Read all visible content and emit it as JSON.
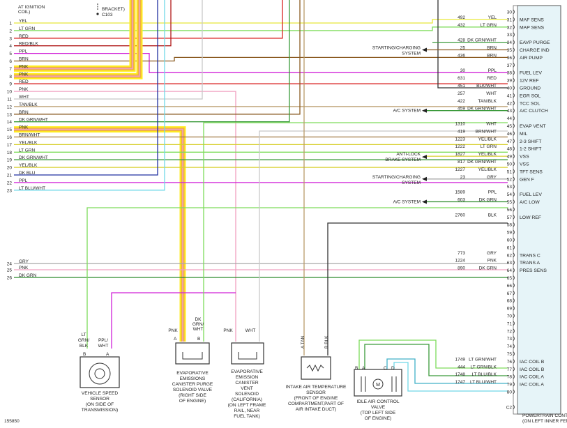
{
  "header": {
    "ignition_note": [
      "AT IGNITION",
      "COIL)"
    ],
    "bracket_note": [
      "BRACKET)",
      "C103"
    ]
  },
  "left_connector": [
    {
      "pin": "1",
      "color": "YEL",
      "hex": "#e8e83a"
    },
    {
      "pin": "2",
      "color": "LT GRN",
      "hex": "#7ddc5a"
    },
    {
      "pin": "3",
      "color": "RED",
      "hex": "#d82020"
    },
    {
      "pin": "4",
      "color": "RED/BLK",
      "hex": "#b01818"
    },
    {
      "pin": "5",
      "color": "PPL",
      "hex": "#d020d8"
    },
    {
      "pin": "6",
      "color": "BRN",
      "hex": "#8a5a20"
    },
    {
      "pin": "7",
      "color": "PNK",
      "hex": "#f0a0c0",
      "highlight": true
    },
    {
      "pin": "8",
      "color": "PNK",
      "hex": "#f0a0c0",
      "highlight": true
    },
    {
      "pin": "9",
      "color": "RED",
      "hex": "#d82020"
    },
    {
      "pin": "10",
      "color": "PNK",
      "hex": "#f0a0c0"
    },
    {
      "pin": "11",
      "color": "WHT",
      "hex": "#c8c8c8"
    },
    {
      "pin": "12",
      "color": "TAN/BLK",
      "hex": "#b89a68"
    },
    {
      "pin": "13",
      "color": "BRN",
      "hex": "#8a5a20"
    },
    {
      "pin": "14",
      "color": "DK GRN/WHT",
      "hex": "#3a9a3a"
    },
    {
      "pin": "15",
      "color": "PNK",
      "hex": "#f0a0c0",
      "highlight": true
    },
    {
      "pin": "16",
      "color": "BRN/WHT",
      "hex": "#a07840"
    },
    {
      "pin": "17",
      "color": "YEL/BLK",
      "hex": "#d8d030"
    },
    {
      "pin": "18",
      "color": "LT GRN",
      "hex": "#7ddc5a"
    },
    {
      "pin": "19",
      "color": "DK GRN/WHT",
      "hex": "#3a9a3a"
    },
    {
      "pin": "20",
      "color": "YEL/BLK",
      "hex": "#d8d030"
    },
    {
      "pin": "21",
      "color": "DK BLU",
      "hex": "#2030a0"
    },
    {
      "pin": "22",
      "color": "PPL",
      "hex": "#d020d8"
    },
    {
      "pin": "23",
      "color": "LT BLU/WHT",
      "hex": "#70d8e8"
    },
    {
      "pin": "24",
      "color": "GRY",
      "hex": "#a8a8a8"
    },
    {
      "pin": "25",
      "color": "PNK",
      "hex": "#f0a0c0"
    },
    {
      "pin": "26",
      "color": "DK GRN",
      "hex": "#2a8a2a"
    }
  ],
  "pcm_pins": [
    {
      "pin": "30",
      "circuit": "",
      "color": "",
      "label": ""
    },
    {
      "pin": "31",
      "circuit": "492",
      "color": "YEL",
      "label": "MAF SENS"
    },
    {
      "pin": "32",
      "circuit": "432",
      "color": "LT GRN",
      "label": "MAP SENS"
    },
    {
      "pin": "33",
      "circuit": "",
      "color": "",
      "label": ""
    },
    {
      "pin": "34",
      "circuit": "428",
      "color": "DK GRN/WHT",
      "label": "EAVP PURGE"
    },
    {
      "pin": "35",
      "circuit": "25",
      "color": "BRN",
      "label": "CHARGE IND"
    },
    {
      "pin": "36",
      "circuit": "436",
      "color": "BRN",
      "label": "AIR PUMP"
    },
    {
      "pin": "37",
      "circuit": "",
      "color": "",
      "label": ""
    },
    {
      "pin": "38",
      "circuit": "30",
      "color": "PPL",
      "label": "FUEL LEV"
    },
    {
      "pin": "39",
      "circuit": "631",
      "color": "RED",
      "label": "12V REF"
    },
    {
      "pin": "40",
      "circuit": "451",
      "color": "BLK/WHT",
      "label": "GROUND"
    },
    {
      "pin": "41",
      "circuit": "257",
      "color": "WHT",
      "label": "EGR SOL"
    },
    {
      "pin": "42",
      "circuit": "422",
      "color": "TAN/BLK",
      "label": "TCC SOL"
    },
    {
      "pin": "43",
      "circuit": "459",
      "color": "DK GRN/WHT",
      "label": "A/C CLUTCH"
    },
    {
      "pin": "44",
      "circuit": "",
      "color": "",
      "label": ""
    },
    {
      "pin": "45",
      "circuit": "1310",
      "color": "WHT",
      "label": "EVAP VENT"
    },
    {
      "pin": "46",
      "circuit": "419",
      "color": "BRN/WHT",
      "label": "MIL"
    },
    {
      "pin": "47",
      "circuit": "1223",
      "color": "YEL/BLK",
      "label": "2-3 SHIFT"
    },
    {
      "pin": "48",
      "circuit": "1222",
      "color": "LT GRN",
      "label": "1-2 SHIFT"
    },
    {
      "pin": "49",
      "circuit": "1827",
      "color": "YEL/BLK",
      "label": "VSS"
    },
    {
      "pin": "50",
      "circuit": "817",
      "color": "DK GRN/WHT",
      "label": "VSS"
    },
    {
      "pin": "51",
      "circuit": "1227",
      "color": "YEL/BLK",
      "label": "TFT SENS"
    },
    {
      "pin": "52",
      "circuit": "23",
      "color": "GRY",
      "label": "GEN F"
    },
    {
      "pin": "53",
      "circuit": "",
      "color": "",
      "label": ""
    },
    {
      "pin": "54",
      "circuit": "1589",
      "color": "PPL",
      "label": "FUEL LEV"
    },
    {
      "pin": "55",
      "circuit": "603",
      "color": "DK GRN",
      "label": "A/C LOW"
    },
    {
      "pin": "56",
      "circuit": "",
      "color": "",
      "label": ""
    },
    {
      "pin": "57",
      "circuit": "2760",
      "color": "BLK",
      "label": "LOW REF"
    },
    {
      "pin": "58",
      "circuit": "",
      "color": "",
      "label": ""
    },
    {
      "pin": "59",
      "circuit": "",
      "color": "",
      "label": ""
    },
    {
      "pin": "60",
      "circuit": "",
      "color": "",
      "label": ""
    },
    {
      "pin": "61",
      "circuit": "",
      "color": "",
      "label": ""
    },
    {
      "pin": "62",
      "circuit": "773",
      "color": "GRY",
      "label": "TRANS C"
    },
    {
      "pin": "63",
      "circuit": "1224",
      "color": "PNK",
      "label": "TRANS A"
    },
    {
      "pin": "64",
      "circuit": "890",
      "color": "DK GRN",
      "label": "PRES SENS"
    },
    {
      "pin": "65",
      "circuit": "",
      "color": "",
      "label": ""
    },
    {
      "pin": "66",
      "circuit": "",
      "color": "",
      "label": ""
    },
    {
      "pin": "67",
      "circuit": "",
      "color": "",
      "label": ""
    },
    {
      "pin": "68",
      "circuit": "",
      "color": "",
      "label": ""
    },
    {
      "pin": "69",
      "circuit": "",
      "color": "",
      "label": ""
    },
    {
      "pin": "70",
      "circuit": "",
      "color": "",
      "label": ""
    },
    {
      "pin": "71",
      "circuit": "",
      "color": "",
      "label": ""
    },
    {
      "pin": "72",
      "circuit": "",
      "color": "",
      "label": ""
    },
    {
      "pin": "73",
      "circuit": "",
      "color": "",
      "label": ""
    },
    {
      "pin": "74",
      "circuit": "",
      "color": "",
      "label": ""
    },
    {
      "pin": "75",
      "circuit": "",
      "color": "",
      "label": ""
    },
    {
      "pin": "76",
      "circuit": "1749",
      "color": "LT GRN/WHT",
      "label": "IAC COIL B"
    },
    {
      "pin": "77",
      "circuit": "444",
      "color": "LT GRN/BLK",
      "label": "IAC COIL B"
    },
    {
      "pin": "78",
      "circuit": "1748",
      "color": "LT BLU/BLK",
      "label": "IAC COIL A"
    },
    {
      "pin": "79",
      "circuit": "1747",
      "color": "LT BLU/WHT",
      "label": "IAC COIL A"
    },
    {
      "pin": "80",
      "circuit": "",
      "color": "",
      "label": ""
    },
    {
      "pin": "C2",
      "circuit": "",
      "color": "",
      "label": ""
    }
  ],
  "arrow_notes": {
    "starting_charging_1": [
      "STARTING/CHARGING",
      "SYSTEM"
    ],
    "ac_system_1": "A/C SYSTEM",
    "anti_lock": [
      "ANTI-LOCK",
      "BRAKE SYSTEM"
    ],
    "starting_charging_2": [
      "STARTING/CHARGING",
      "SYSTEM"
    ],
    "ac_system_2": "A/C SYSTEM"
  },
  "pcm_title": [
    "POWERTRAIN CONTROL MODULE",
    "(ON LEFT INNER FENDER)"
  ],
  "components": {
    "vss": {
      "wires": [
        [
          "LT",
          "GRN/",
          "BLK"
        ],
        [
          "PPL/",
          "WHT"
        ]
      ],
      "pins": [
        "B",
        "A"
      ],
      "caption": [
        "VEHICLE SPEED",
        "SENSOR",
        "(ON SIDE OF",
        "TRANSMISSION)"
      ]
    },
    "purge": {
      "wires": [
        [
          "PNK"
        ],
        [
          "DK",
          "GRN/",
          "WHT"
        ]
      ],
      "pins": [
        "A",
        "B"
      ],
      "caption": [
        "EVAPORATIVE",
        "EMISSIONS",
        "CANISTER PURGE",
        "SOLENOID VALVE",
        "(RIGHT SIDE",
        "OF ENGINE)"
      ]
    },
    "vent": {
      "wires": [
        [
          "PNK"
        ],
        [
          "WHT"
        ]
      ],
      "caption": [
        "EVAPORATIVE",
        "EMISSION",
        "CANISTER",
        "VENT",
        "SOLENOID",
        "(CALIFORNIA)",
        "(ON LEFT FRAME",
        "RAIL, NEAR",
        "FUEL TANK)"
      ]
    },
    "iat": {
      "wires": [
        "A  TAN",
        "B  BLK"
      ],
      "caption": [
        "INTAKE AIR TEMPERATURE",
        "SENSOR",
        "(FRONT OF ENGINE",
        "COMPARTMENT,PART OF",
        "AIR INTAKE DUCT)"
      ]
    },
    "iac": {
      "pins": [
        "B",
        "A",
        "C",
        "D"
      ],
      "motor": "M",
      "caption": [
        "IDLE AIR CONTROL",
        "VALVE",
        "(TOP LEFT SIDE",
        "OF ENGINE)"
      ]
    }
  },
  "figure_number": "155850"
}
